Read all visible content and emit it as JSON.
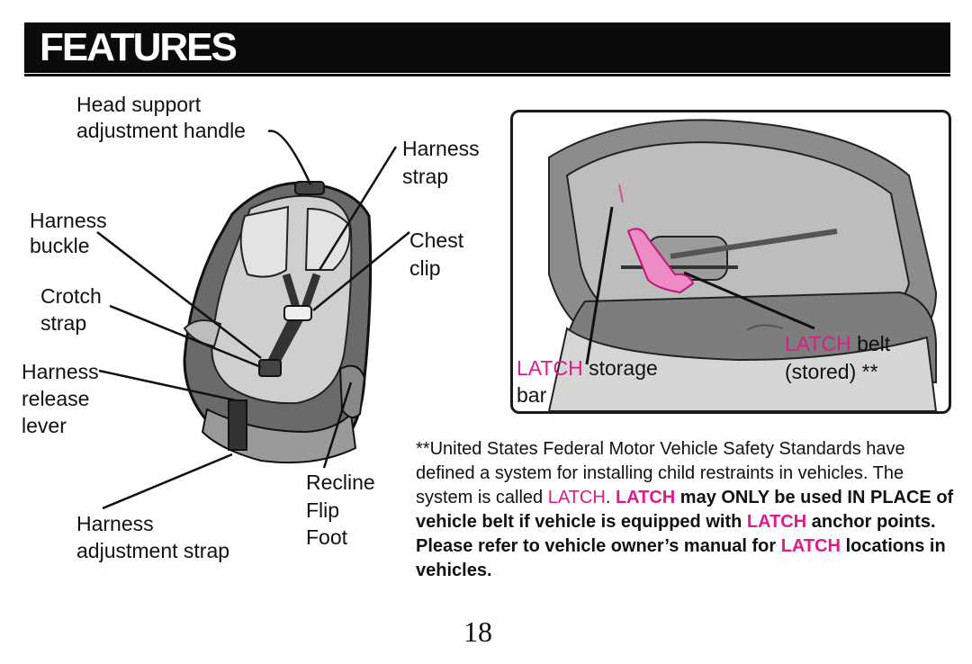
{
  "header": {
    "title": "FEATURES"
  },
  "labels": {
    "head_support_l1": "Head support",
    "head_support_l2": "adjustment handle",
    "harness_strap_l1": "Harness",
    "harness_strap_l2": "strap",
    "harness_buckle_l1": "Harness",
    "harness_buckle_l2": "buckle",
    "chest_clip_l1": "Chest",
    "chest_clip_l2": "clip",
    "crotch_strap_l1": "Crotch",
    "crotch_strap_l2": "strap",
    "harness_release_l1": "Harness",
    "harness_release_l2": "release",
    "harness_release_l3": "lever",
    "recline_l1": "Recline",
    "recline_l2": "Flip",
    "recline_l3": "Foot",
    "harness_adjust_l1": "Harness",
    "harness_adjust_l2": "adjustment strap"
  },
  "inset": {
    "latch_word": "LATCH",
    "storage_text": "storage",
    "bar_text": "bar",
    "belt_text": "belt",
    "stored_text": "(stored) **"
  },
  "note": {
    "p1": "**United States Federal Motor Vehicle Safety Standards have defined a system for installing child restraints in vehicles. The system is called",
    "latch": "LATCH",
    "period": ".",
    "b1": "may ONLY be used IN PLACE of vehicle belt if vehicle is equipped with",
    "b2": "anchor points. Please refer to vehicle owner’s manual for",
    "b3": "locations in vehicles."
  },
  "page_number": "18",
  "colors": {
    "accent": "#e01a8c",
    "header_bg": "#0b0b0b"
  }
}
